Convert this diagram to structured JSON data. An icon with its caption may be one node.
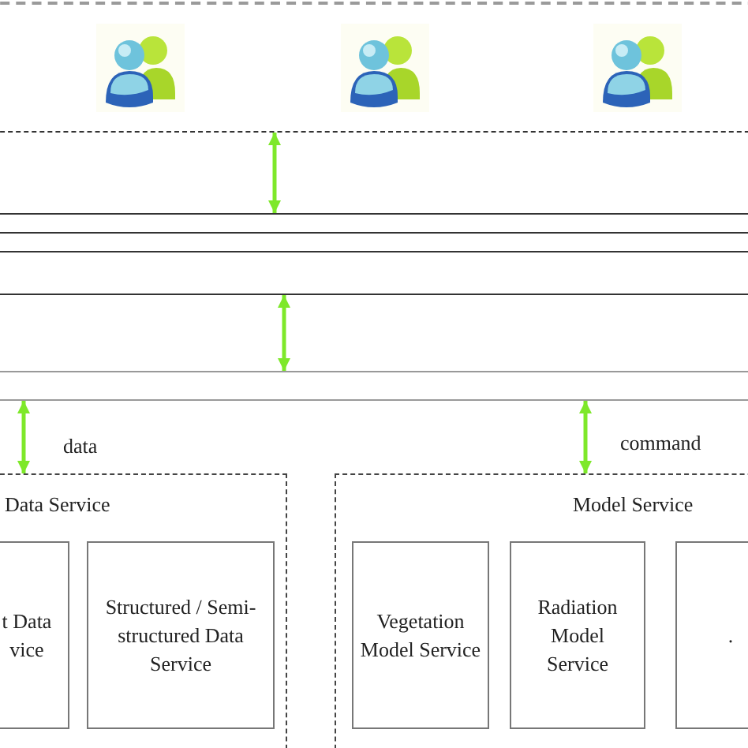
{
  "diagram": {
    "nodes": [
      {
        "text": [],
        "shape": "box"
      },
      {
        "text": [],
        "shape": "picture",
        "in": 0
      },
      {
        "text": [],
        "shape": "picture",
        "in": 0
      },
      {
        "text": [],
        "shape": "picture",
        "in": 0
      },
      {
        "text": [],
        "shape": "bar"
      },
      {
        "text": [],
        "shape": "bar"
      },
      {
        "text": [],
        "shape": "bar"
      },
      {
        "text": [],
        "shape": "bar"
      },
      {
        "text": [
          "Data Service"
        ]
      },
      {
        "text": [
          "t Data vice"
        ],
        "in": 8
      },
      {
        "text": [
          "Structured / Semi-structured Data Service"
        ],
        "in": 8
      },
      {
        "text": [
          "Model Service"
        ]
      },
      {
        "text": [
          "Vegetation Model Service"
        ],
        "in": 11
      },
      {
        "text": [
          "Radiation Model Service"
        ],
        "in": 11
      },
      {
        "text": [
          "."
        ],
        "in": 11
      }
    ],
    "edges": [
      {
        "from": 0,
        "to": 4,
        "arrow": "both"
      },
      {
        "from": 6,
        "to": 7,
        "arrow": "both"
      },
      {
        "from": 7,
        "to": 8,
        "arrow": "both",
        "label": "data"
      },
      {
        "from": 7,
        "to": 11,
        "arrow": "both",
        "label": "command"
      }
    ]
  }
}
